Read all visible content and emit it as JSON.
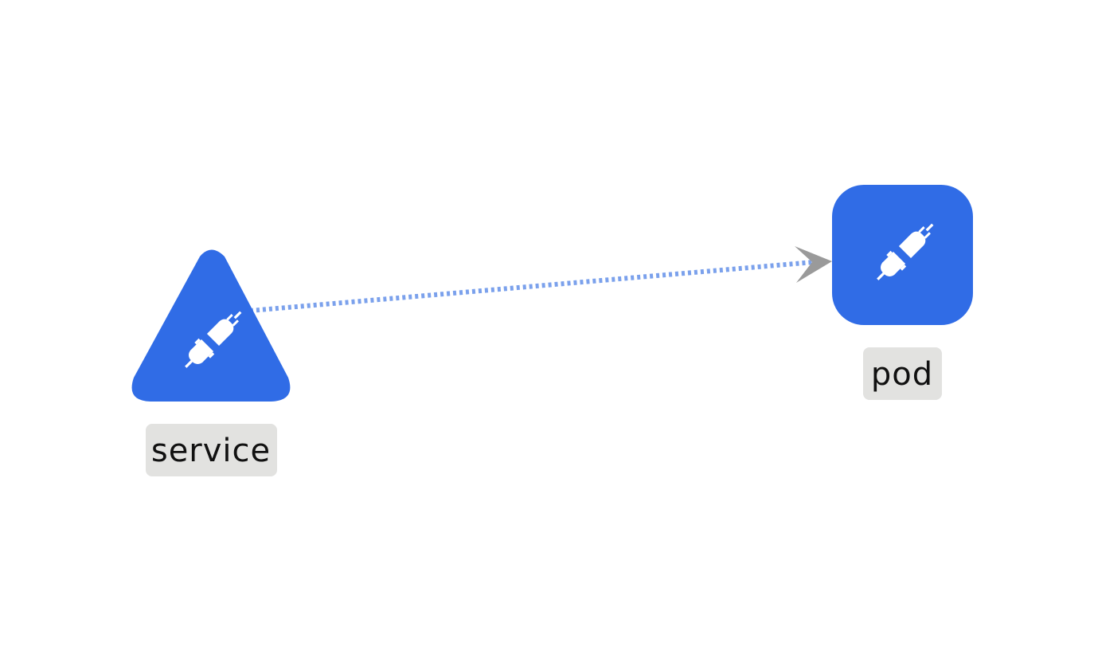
{
  "diagram": {
    "nodes": [
      {
        "id": "service",
        "label": "service",
        "shape": "triangle",
        "icon": "plug-icon"
      },
      {
        "id": "pod",
        "label": "pod",
        "shape": "rounded-square",
        "icon": "plug-icon"
      }
    ],
    "edges": [
      {
        "from": "service",
        "to": "pod",
        "style": "dotted",
        "arrow": "end"
      }
    ],
    "colors": {
      "node_fill": "#306ce6",
      "edge": "#7ba1ec",
      "arrowhead": "#9a9a9a",
      "label_background": "#e2e2e0",
      "icon": "#ffffff"
    }
  }
}
